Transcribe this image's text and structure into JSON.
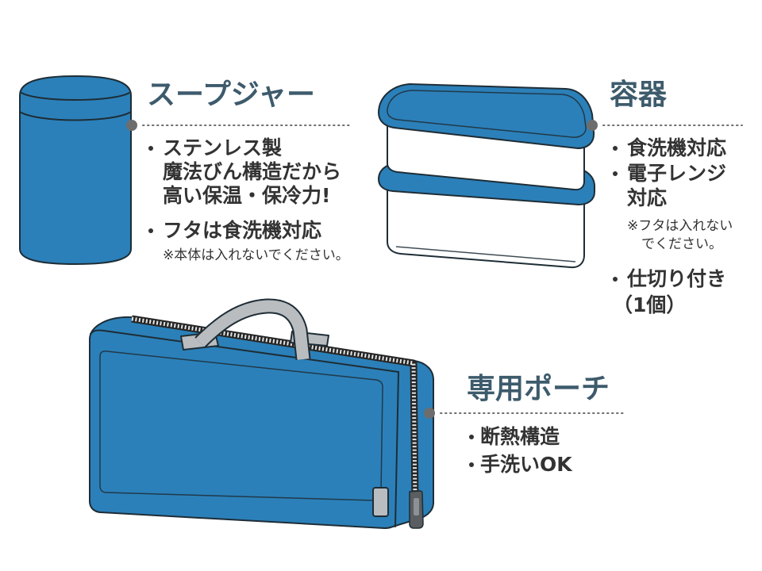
{
  "colors": {
    "title": "#3d5b6c",
    "text": "#333333",
    "product_blue": "#2b80b9",
    "outline": "#1e2d36",
    "container_white": "#ffffff",
    "handle_gray": "#b9bdc0",
    "leader_gray": "#6d6d6d",
    "zipper_dark": "#252525",
    "zipper_teeth": "#e4e4e4",
    "pull_gray": "#5a5e61"
  },
  "soup_jar": {
    "title": "スープジャー",
    "items": [
      {
        "lines": [
          "ステンレス製",
          "魔法びん構造だから",
          "高い保温・保冷力!"
        ]
      },
      {
        "lines": [
          "フタは食洗機対応"
        ],
        "note": [
          "※本体は入れないでください。"
        ]
      }
    ]
  },
  "container": {
    "title": "容器",
    "items": [
      {
        "lines": [
          "食洗機対応"
        ]
      },
      {
        "lines": [
          "電子レンジ",
          "対応"
        ],
        "note": [
          "※フタは入れない",
          "でください。"
        ]
      },
      {
        "lines": [
          "仕切り付き",
          "（1個）"
        ]
      }
    ]
  },
  "pouch": {
    "title": "専用ポーチ",
    "items": [
      {
        "lines": [
          "断熱構造"
        ]
      },
      {
        "lines": [
          "手洗いOK"
        ]
      }
    ]
  }
}
